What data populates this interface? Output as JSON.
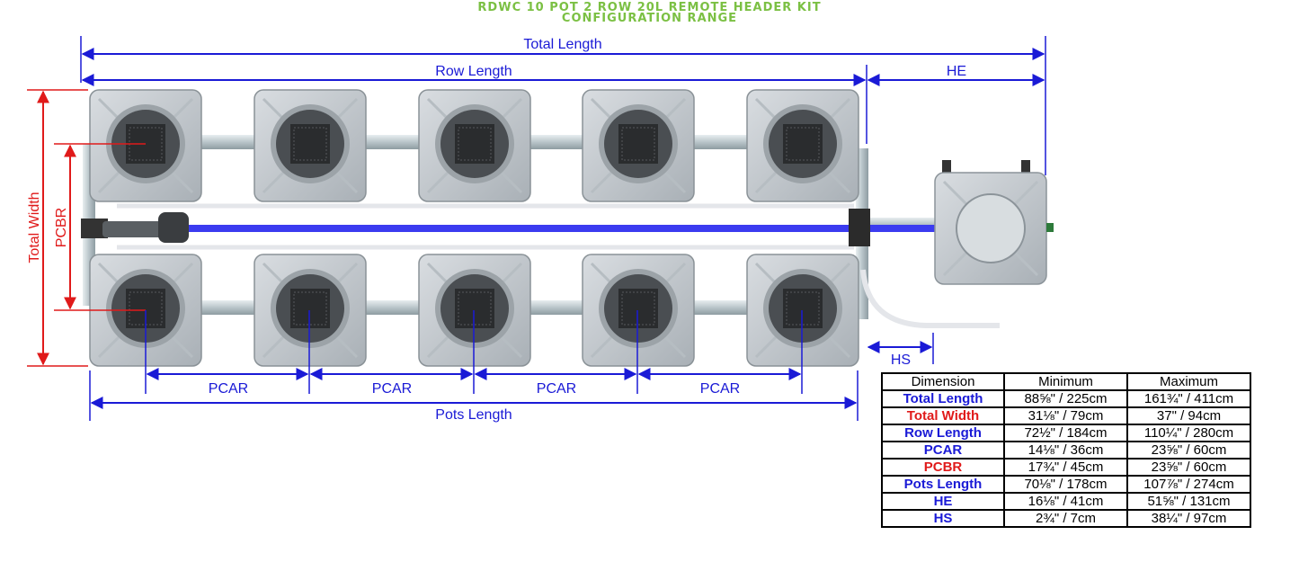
{
  "title": {
    "line1": "RDWC 10 POT 2 ROW 20L REMOTE HEADER KIT",
    "line2": "CONFIGURATION RANGE"
  },
  "colors": {
    "title": "#7bc043",
    "dimension_blue": "#1a1ad6",
    "dimension_red": "#e01a1a",
    "pipe": "#c9d2d6",
    "pot": "#c7ccd1",
    "water_line": "#3b3bf0"
  },
  "diagram": {
    "labels": {
      "total_length": "Total Length",
      "row_length": "Row Length",
      "he": "HE",
      "total_width": "Total Width",
      "pcbr": "PCBR",
      "hs": "HS",
      "pcar": "PCAR",
      "pots_length": "Pots Length"
    },
    "pot_rows": 2,
    "pots_per_row": 5
  },
  "table": {
    "headers": [
      "Dimension",
      "Minimum",
      "Maximum"
    ],
    "rows": [
      {
        "name": "Total Length",
        "min": "88⅝\" / 225cm",
        "max": "161¾\" / 411cm",
        "color": "blue"
      },
      {
        "name": "Total Width",
        "min": "31⅛\" / 79cm",
        "max": "37\" / 94cm",
        "color": "red"
      },
      {
        "name": "Row Length",
        "min": "72½\" / 184cm",
        "max": "110¼\" / 280cm",
        "color": "blue"
      },
      {
        "name": "PCAR",
        "min": "14⅛\" / 36cm",
        "max": "23⅝\" / 60cm",
        "color": "blue"
      },
      {
        "name": "PCBR",
        "min": "17¾\" / 45cm",
        "max": "23⅝\" / 60cm",
        "color": "red"
      },
      {
        "name": "Pots Length",
        "min": "70⅛\" / 178cm",
        "max": "107⅞\" / 274cm",
        "color": "blue"
      },
      {
        "name": "HE",
        "min": "16⅛\" / 41cm",
        "max": "51⅝\" / 131cm",
        "color": "blue"
      },
      {
        "name": "HS",
        "min": "2¾\" / 7cm",
        "max": "38¼\" / 97cm",
        "color": "blue"
      }
    ]
  }
}
